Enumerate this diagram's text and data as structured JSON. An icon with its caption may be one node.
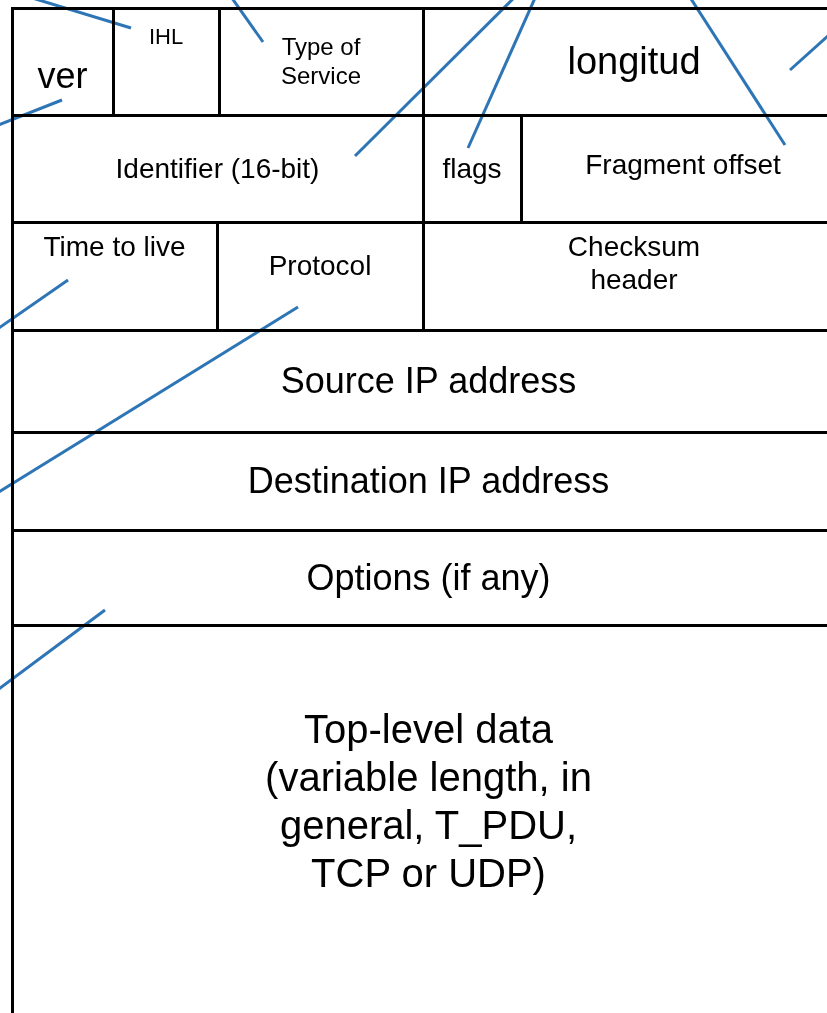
{
  "diagram": {
    "nodes": [
      {
        "text": [
          "ver"
        ]
      },
      {
        "text": [
          "IHL"
        ]
      },
      {
        "text": [
          "Type of Service"
        ]
      },
      {
        "text": [
          "longitud"
        ]
      },
      {
        "text": [
          "Identifier (16-bit)"
        ]
      },
      {
        "text": [
          "flags"
        ]
      },
      {
        "text": [
          "Fragment offset"
        ]
      },
      {
        "text": [
          "Time to live"
        ]
      },
      {
        "text": [
          "Protocol"
        ]
      },
      {
        "text": [
          "Checksum header"
        ]
      },
      {
        "text": [
          "Source IP address"
        ]
      },
      {
        "text": [
          "Destination IP address"
        ]
      },
      {
        "text": [
          "Options (if any)"
        ]
      },
      {
        "text": [
          "Top-level data (variable length, in general, T_PDU, TCP or UDP)"
        ]
      }
    ],
    "edges": [
      {
        "from": null,
        "to": 1,
        "arrow": "none"
      },
      {
        "from": null,
        "to": 2,
        "arrow": "none"
      },
      {
        "from": null,
        "to": 4,
        "arrow": "none"
      },
      {
        "from": null,
        "to": 5,
        "arrow": "none"
      },
      {
        "from": null,
        "to": 6,
        "arrow": "none"
      },
      {
        "from": null,
        "to": 3,
        "arrow": "none"
      },
      {
        "from": null,
        "to": 0,
        "arrow": "none"
      },
      {
        "from": null,
        "to": 7,
        "arrow": "none"
      },
      {
        "from": null,
        "to": 8,
        "arrow": "none"
      },
      {
        "from": null,
        "to": 12,
        "arrow": "none"
      }
    ]
  }
}
